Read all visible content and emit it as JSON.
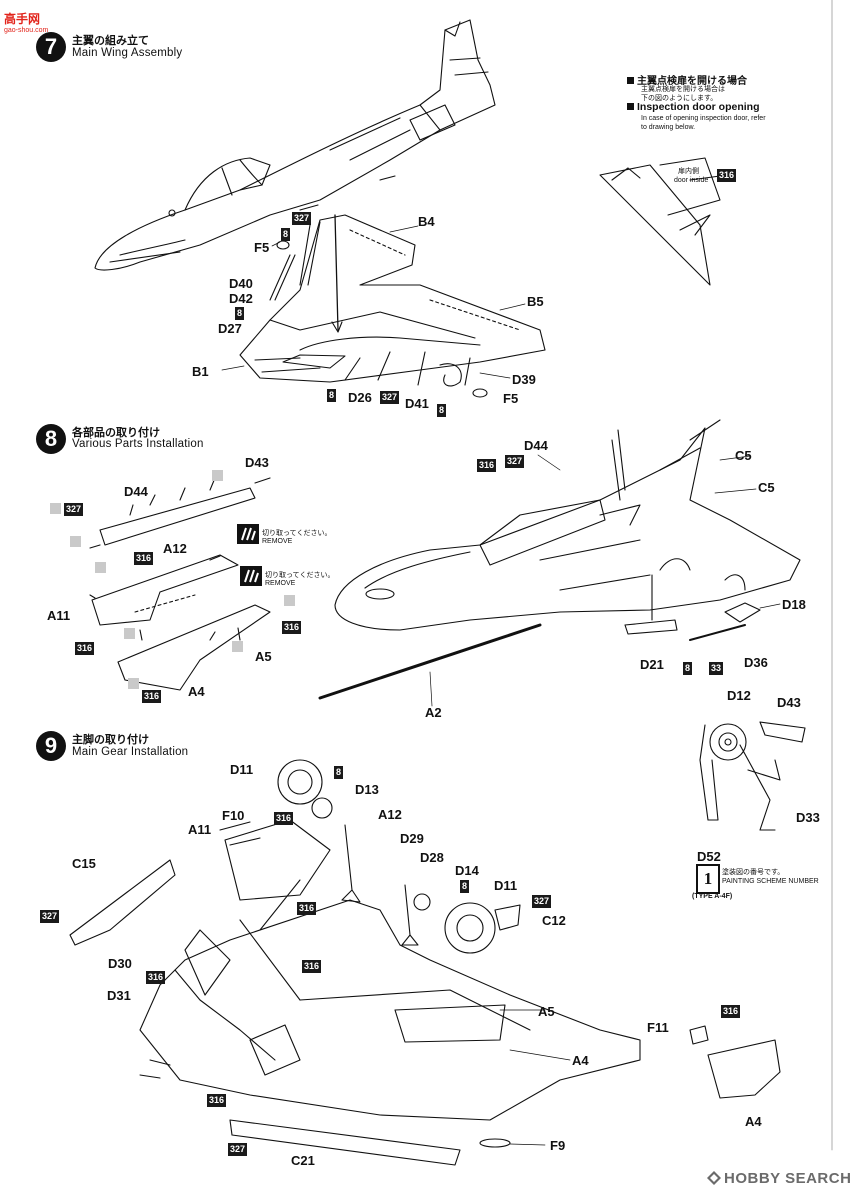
{
  "watermark": {
    "top_chars": "高手网",
    "sub": "gao-shou.com"
  },
  "steps": [
    {
      "number": "7",
      "title_jp": "主翼の組み立て",
      "title_en": "Main Wing Assembly"
    },
    {
      "number": "8",
      "title_jp": "各部品の取り付け",
      "title_en": "Various Parts Installation"
    },
    {
      "number": "9",
      "title_jp": "主脚の取り付け",
      "title_en": "Main Gear Installation"
    }
  ],
  "inspection_note": {
    "jp_title": "主翼点検扉を開ける場合",
    "jp_sub": "主翼点検扉を開ける場合は\n下の図のようにします。",
    "en_title": "Inspection door opening",
    "en_sub": "In case of opening inspection door, refer\nto drawing below.",
    "door_label_jp": "扉内側",
    "door_label_en": "door inside",
    "door_code": "316"
  },
  "remove_note": {
    "jp": "切り取ってください。",
    "en": "REMOVE"
  },
  "scheme_note": {
    "number": "1",
    "jp": "塗装図の番号です。",
    "en": "PAINTING SCHEME NUMBER",
    "type": "(TYPE A-4F)"
  },
  "footer": {
    "hobbysearch": "HOBBY SEARCH"
  },
  "step7_labels": {
    "B4": "B4",
    "F5a": "F5",
    "D40": "D40",
    "D42": "D42",
    "D27": "D27",
    "B1": "B1",
    "B5": "B5",
    "D39": "D39",
    "F5b": "F5",
    "D26": "D26",
    "D41": "D41",
    "codes": [
      "327",
      "8",
      "8",
      "8",
      "327",
      "8"
    ]
  },
  "step8_labels": {
    "D43": "D43",
    "D44a": "D44",
    "A12": "A12",
    "A11": "A11",
    "A5": "A5",
    "A4": "A4",
    "D44b": "D44",
    "C5a": "C5",
    "C5b": "C5",
    "D18": "D18",
    "D21": "D21",
    "D36": "D36",
    "A2": "A2",
    "codes": [
      "327",
      "316",
      "316",
      "316",
      "316",
      "316",
      "327",
      "8",
      "33"
    ]
  },
  "step9_labels": {
    "D12": "D12",
    "D43": "D43",
    "D33": "D33",
    "D52": "D52",
    "D11a": "D11",
    "D13": "D13",
    "A12": "A12",
    "F10": "F10",
    "A11": "A11",
    "D29": "D29",
    "C15": "C15",
    "D28": "D28",
    "D14": "D14",
    "D11b": "D11",
    "C12": "C12",
    "D30": "D30",
    "D31": "D31",
    "A5": "A5",
    "A4a": "A4",
    "C21": "C21",
    "F9": "F9",
    "F11": "F11",
    "A4b": "A4",
    "codes": [
      "8",
      "316",
      "8",
      "327",
      "327",
      "316",
      "316",
      "316",
      "316",
      "327",
      "316"
    ]
  }
}
